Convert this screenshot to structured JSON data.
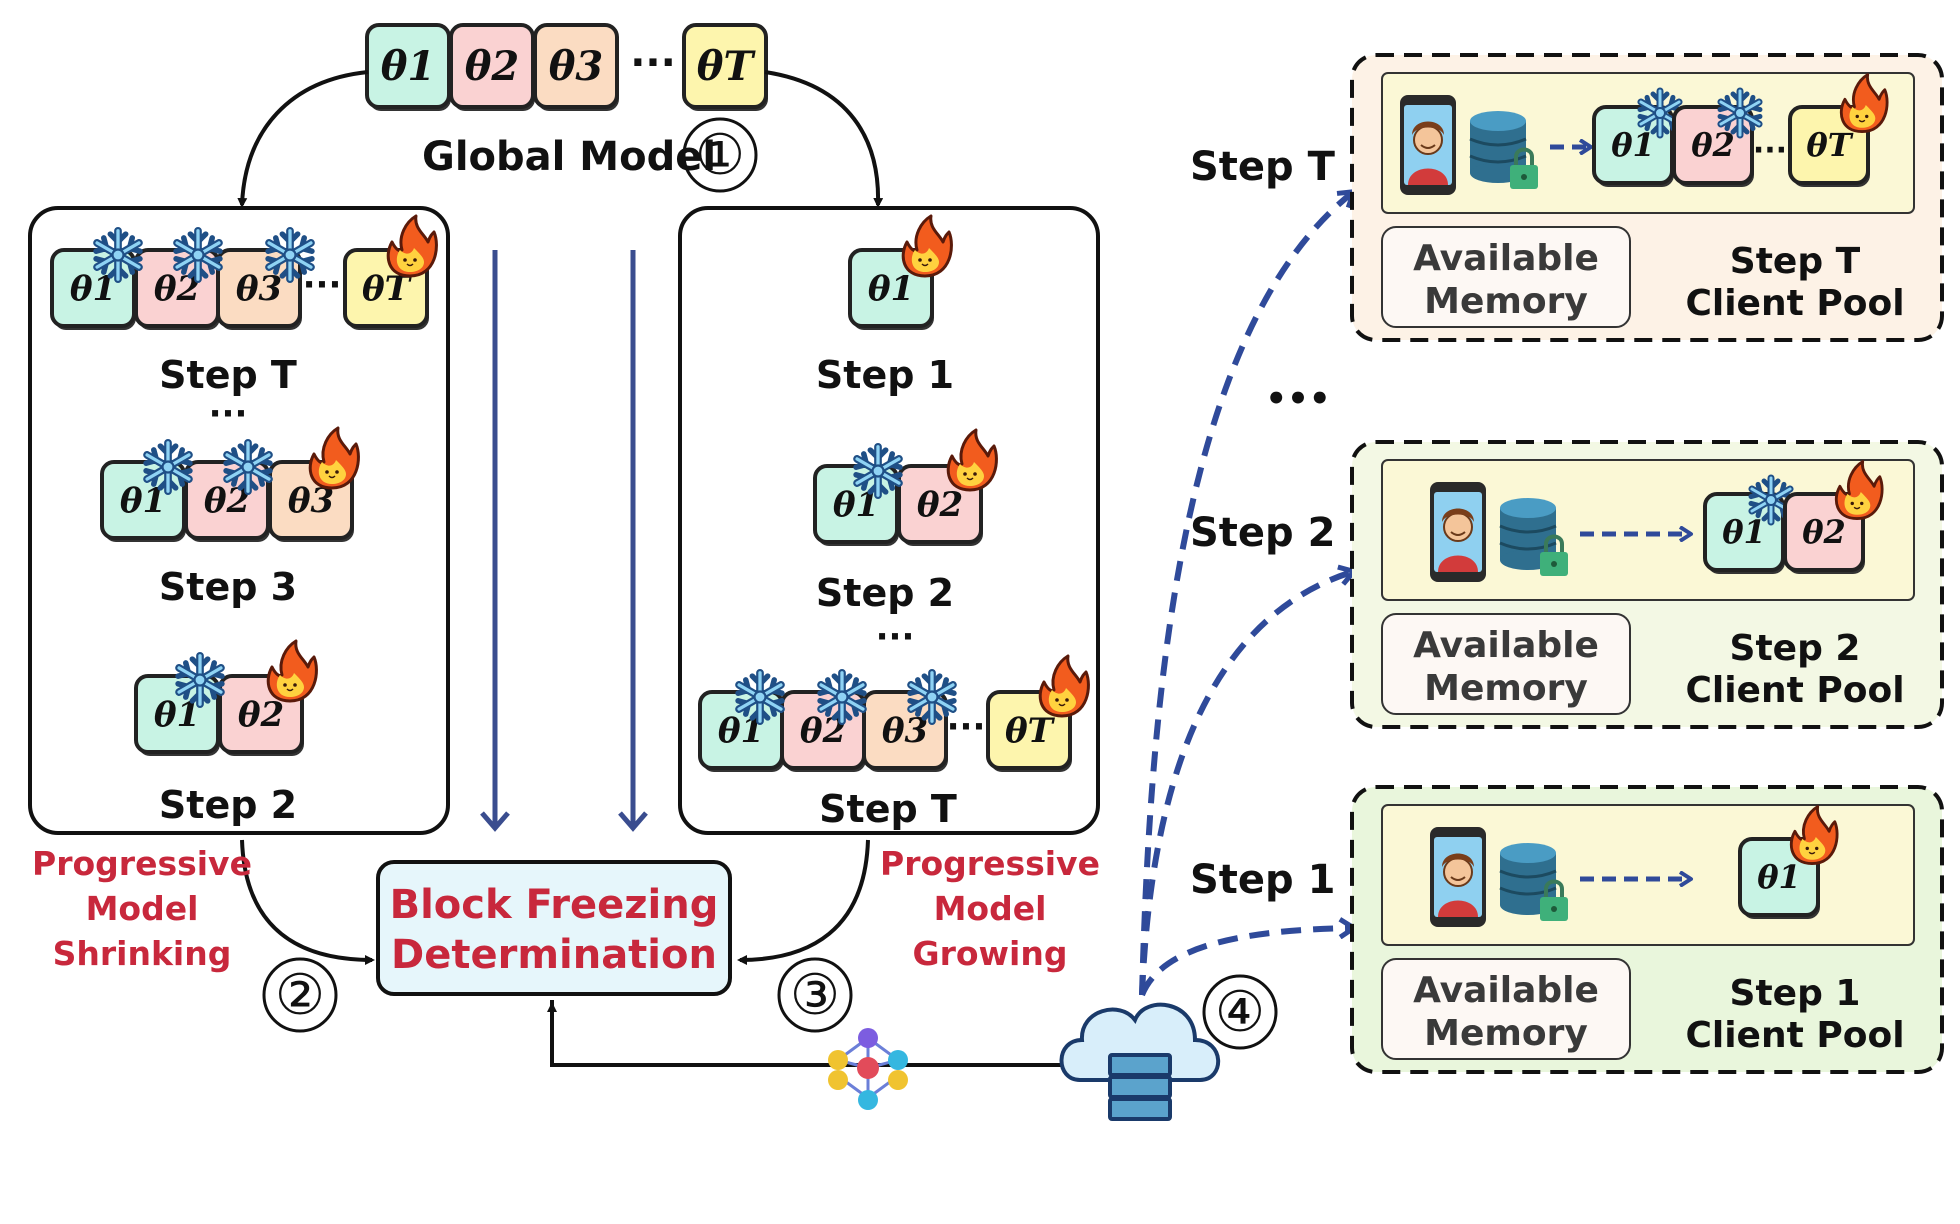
{
  "colors": {
    "theta1": "#c8f3e4",
    "theta2": "#fad2d2",
    "theta3": "#fbdcc2",
    "thetaT": "#fdf5ad",
    "arrow_blue": "#2f4a9a",
    "label_red": "#c8283c",
    "pool_bg_T": "#fdf2e6",
    "pool_bg_2": "#f3f8e4",
    "pool_bg_1": "#e9f6dc",
    "device_bar": "#fbf8d6"
  },
  "blocks": {
    "theta1": "θ1",
    "theta2": "θ2",
    "theta3": "θ3",
    "thetaT": "θT",
    "ellipsis": "···"
  },
  "global_model": {
    "label": "Global Model",
    "num": "①"
  },
  "shrink": {
    "steps": [
      "Step T",
      "Step 3",
      "Step 2"
    ],
    "dots": "···",
    "label_lines": [
      "Progressive",
      "Model",
      "Shrinking"
    ],
    "num": "②"
  },
  "grow": {
    "steps": [
      "Step 1",
      "Step 2",
      "Step T"
    ],
    "dots": "···",
    "label_lines": [
      "Progressive",
      "Model",
      "Growing"
    ],
    "num": "③"
  },
  "freeze_box": {
    "lines": [
      "Block Freezing",
      "Determination"
    ]
  },
  "cloud_num": "④",
  "right": {
    "vdots": "•••",
    "pools": [
      {
        "step_label": "Step T",
        "memory_lines": [
          "Available",
          "Memory"
        ],
        "pool_lines": [
          "Step T",
          "Client Pool"
        ]
      },
      {
        "step_label": "Step 2",
        "memory_lines": [
          "Available",
          "Memory"
        ],
        "pool_lines": [
          "Step 2",
          "Client Pool"
        ]
      },
      {
        "step_label": "Step 1",
        "memory_lines": [
          "Available",
          "Memory"
        ],
        "pool_lines": [
          "Step 1",
          "Client Pool"
        ]
      }
    ]
  },
  "icons": [
    "snowflake-icon",
    "fire-icon",
    "phone-user-icon",
    "database-icon",
    "lock-icon",
    "cloud-server-icon",
    "network-icon"
  ]
}
